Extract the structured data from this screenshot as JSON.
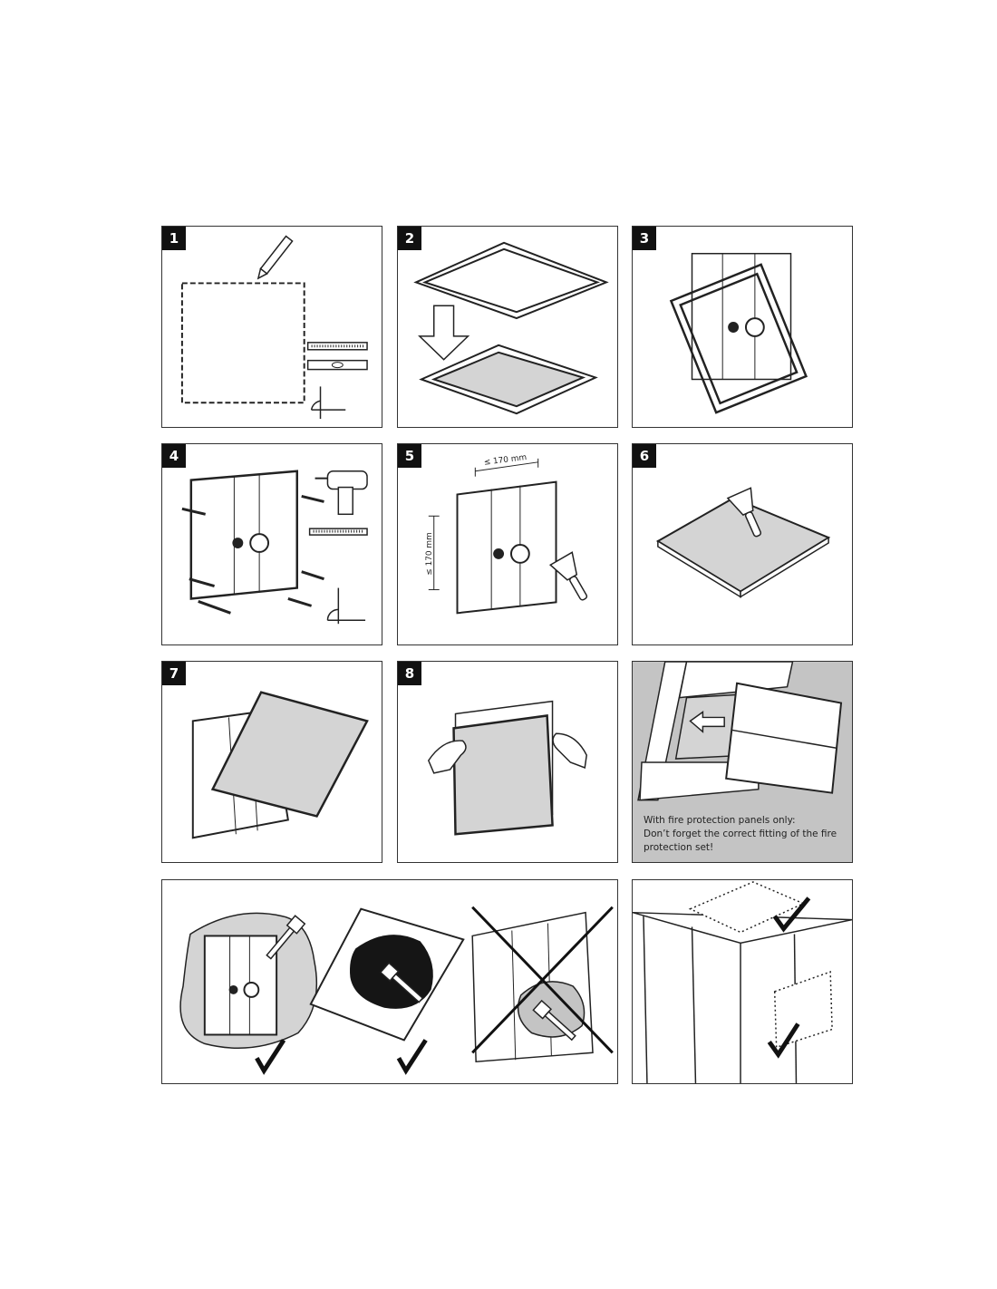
{
  "steps": [
    {
      "number": "1"
    },
    {
      "number": "2"
    },
    {
      "number": "3"
    },
    {
      "number": "4"
    },
    {
      "number": "5",
      "dim_top": "≤ 170 mm",
      "dim_side": "≤ 170 mm"
    },
    {
      "number": "6"
    },
    {
      "number": "7"
    },
    {
      "number": "8"
    }
  ],
  "fire_note": {
    "line1": "With fire protection panels only:",
    "line2": "Don’t forget the correct fitting of the fire",
    "line3": "protection set!"
  },
  "colors": {
    "panel_gray": "#d4d4d4",
    "line": "#222222",
    "adhesive_dark": "#151515"
  }
}
